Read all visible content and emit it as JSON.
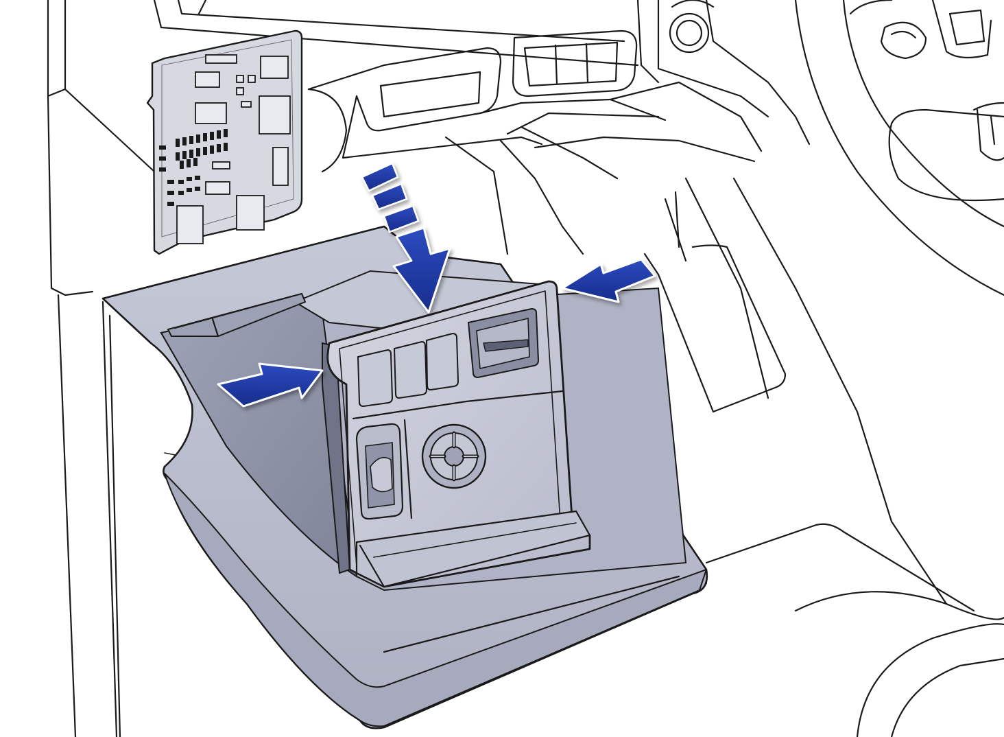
{
  "illustration": {
    "colors": {
      "background": "#ffffff",
      "line": "#1a1a1a",
      "panel_light": "#c9cbd8",
      "panel_mid": "#b3b6c6",
      "panel_dark": "#8f93a6",
      "arrow_blue": "#1f3aa0",
      "fuse_cover": "#d4d6dd"
    },
    "arrows": [
      {
        "name": "push-down",
        "direction": "down"
      },
      {
        "name": "push-left",
        "direction": "left"
      },
      {
        "name": "push-right",
        "direction": "right"
      }
    ]
  }
}
